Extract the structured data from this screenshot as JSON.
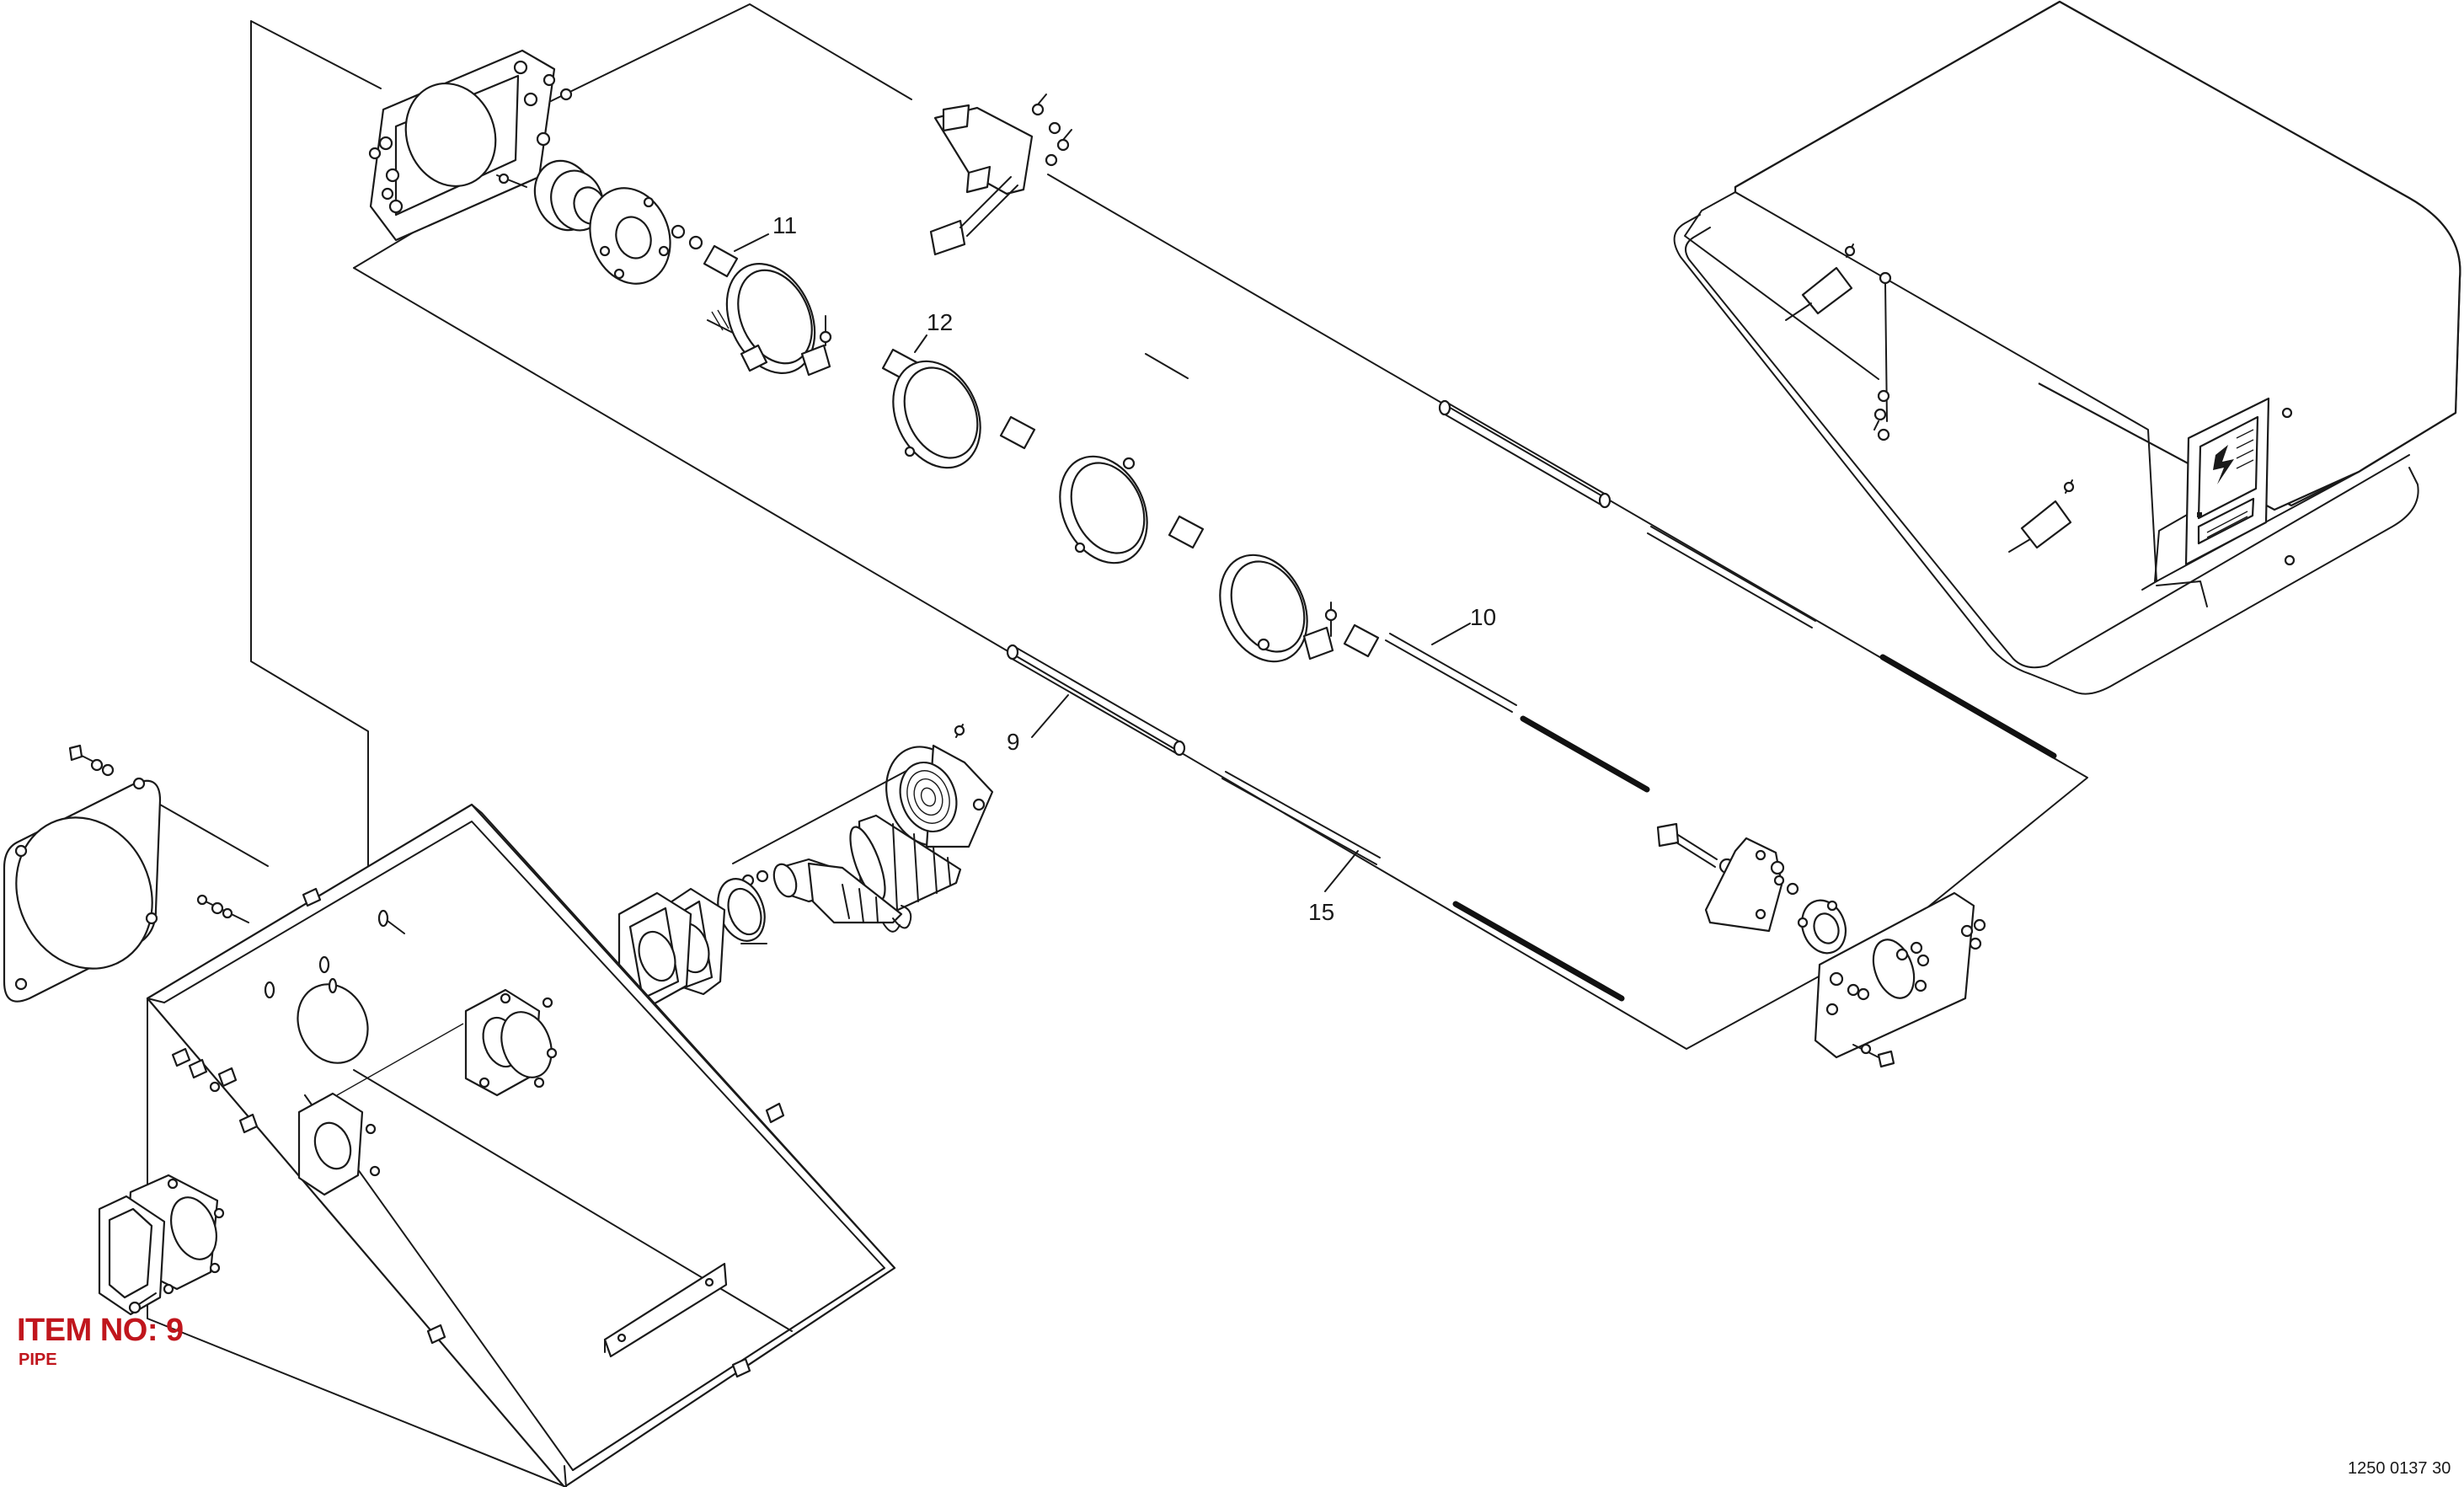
{
  "item": {
    "label": "ITEM NO: 9",
    "description": "PIPE"
  },
  "drawing_number": "1250 0137 30",
  "callouts": [
    "9",
    "10",
    "11",
    "12",
    "15"
  ],
  "colors": {
    "item_label": "#c0161d",
    "line": "#1a1a1a"
  }
}
